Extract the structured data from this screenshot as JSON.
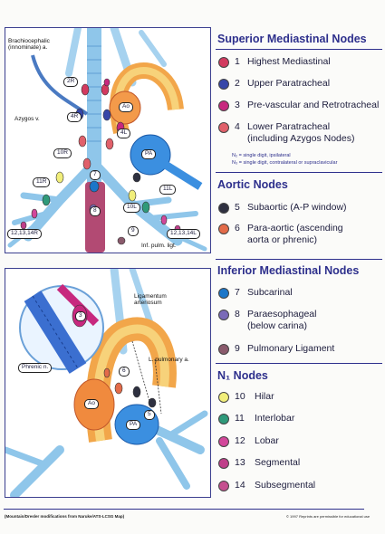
{
  "top_diagram": {
    "labels": {
      "brachiocephalic": "Brachiocephalic\n(innominate) a.",
      "azygos": "Azygos v.",
      "inf_pulm": "Inf. pulm. ligt."
    },
    "vessel_tags": {
      "ao": "Ao",
      "pa": "PA"
    },
    "node_tags": {
      "n2r": "2R",
      "n4r": "4R",
      "n4l": "4L",
      "n10r": "10R",
      "n11r": "11R",
      "n7": "7",
      "n8": "8",
      "n10l": "10L",
      "n11l": "11L",
      "n9": "9",
      "n1214r": "12,13,14R",
      "n1214l": "12,13,14L"
    }
  },
  "bottom_diagram": {
    "labels": {
      "ligamentum": "Ligamentum\narteriosum",
      "l_pulmonary": "L. pulmonary a.",
      "phrenic": "Phrenic n."
    },
    "vessel_tags": {
      "ao": "Ao",
      "pa": "PA"
    },
    "node_tags": {
      "n3": "3",
      "n5": "5",
      "n6": "6"
    }
  },
  "legend": {
    "superior": {
      "title": "Superior Mediastinal Nodes",
      "items": [
        {
          "num": "1",
          "text": "Highest Mediastinal",
          "color": "#d23a5f"
        },
        {
          "num": "2",
          "text": "Upper Paratracheal",
          "color": "#3646a8"
        },
        {
          "num": "3",
          "text": "Pre-vascular and Retrotracheal",
          "color": "#c7287e"
        },
        {
          "num": "4",
          "text": "Lower Paratracheal",
          "text2": "(including Azygos Nodes)",
          "color": "#e0606a"
        }
      ],
      "note1": "N₂ = single digit, ipsilateral",
      "note2": "N₃ = single digit, contralateral or supraclavicular"
    },
    "aortic": {
      "title": "Aortic Nodes",
      "items": [
        {
          "num": "5",
          "text": "Subaortic (A-P window)",
          "color": "#2e3040"
        },
        {
          "num": "6",
          "text": "Para-aortic (ascending",
          "text2": "aorta or phrenic)",
          "color": "#e36b49"
        }
      ]
    },
    "inferior": {
      "title": "Inferior Mediastinal Nodes",
      "items": [
        {
          "num": "7",
          "text": "Subcarinal",
          "color": "#1b76c9"
        },
        {
          "num": "8",
          "text": "Paraesophageal",
          "text2": "(below carina)",
          "color": "#7a6ab8"
        },
        {
          "num": "9",
          "text": "Pulmonary Ligament",
          "color": "#8a5a6c"
        }
      ]
    },
    "n1": {
      "title": "N₁ Nodes",
      "items": [
        {
          "num": "10",
          "text": "Hilar",
          "color": "#f1ee7a"
        },
        {
          "num": "11",
          "text": "Interlobar",
          "color": "#2f9a7a"
        },
        {
          "num": "12",
          "text": "Lobar",
          "color": "#d2479a"
        },
        {
          "num": "13",
          "text": "Segmental",
          "color": "#bf3f8a"
        },
        {
          "num": "14",
          "text": "Subsegmental",
          "color": "#c5508f"
        }
      ]
    }
  },
  "footer": {
    "left": "(Mountain/Dresler modifications from Naruke/ATS-LCSG Map)",
    "right": "© 1997 Reprints are permissible for educational use"
  }
}
